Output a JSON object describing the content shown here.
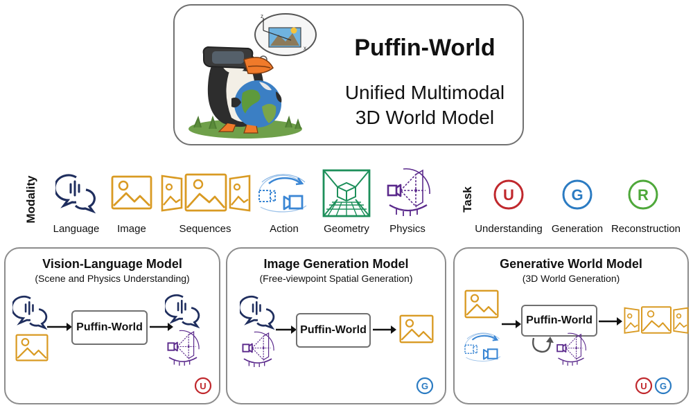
{
  "header": {
    "title": "Puffin-World",
    "subtitle_line1": "Unified Multimodal",
    "subtitle_line2": "3D World Model"
  },
  "modality": {
    "label": "Modality",
    "items": [
      "Language",
      "Image",
      "Sequences",
      "Action",
      "Geometry",
      "Physics"
    ]
  },
  "task": {
    "label": "Task",
    "items": [
      {
        "letter": "U",
        "name": "Understanding",
        "color": "#c0282d"
      },
      {
        "letter": "G",
        "name": "Generation",
        "color": "#2b7bc2"
      },
      {
        "letter": "R",
        "name": "Reconstruction",
        "color": "#4ea83a"
      }
    ]
  },
  "panels": [
    {
      "title": "Vision-Language Model",
      "subtitle": "(Scene and Physics Understanding)",
      "box": "Puffin-World",
      "badges": [
        "U"
      ]
    },
    {
      "title": "Image Generation Model",
      "subtitle": "(Free-viewpoint Spatial Generation)",
      "box": "Puffin-World",
      "badges": [
        "G"
      ]
    },
    {
      "title": "Generative World Model",
      "subtitle": "(3D World Generation)",
      "box": "Puffin-World",
      "badges": [
        "U",
        "G"
      ]
    }
  ],
  "colors": {
    "language": "#1f2e5e",
    "image": "#d99a22",
    "action": "#3a86d4",
    "geometry": "#1d8f5a",
    "physics": "#5b2a8c",
    "border": "#707070"
  }
}
